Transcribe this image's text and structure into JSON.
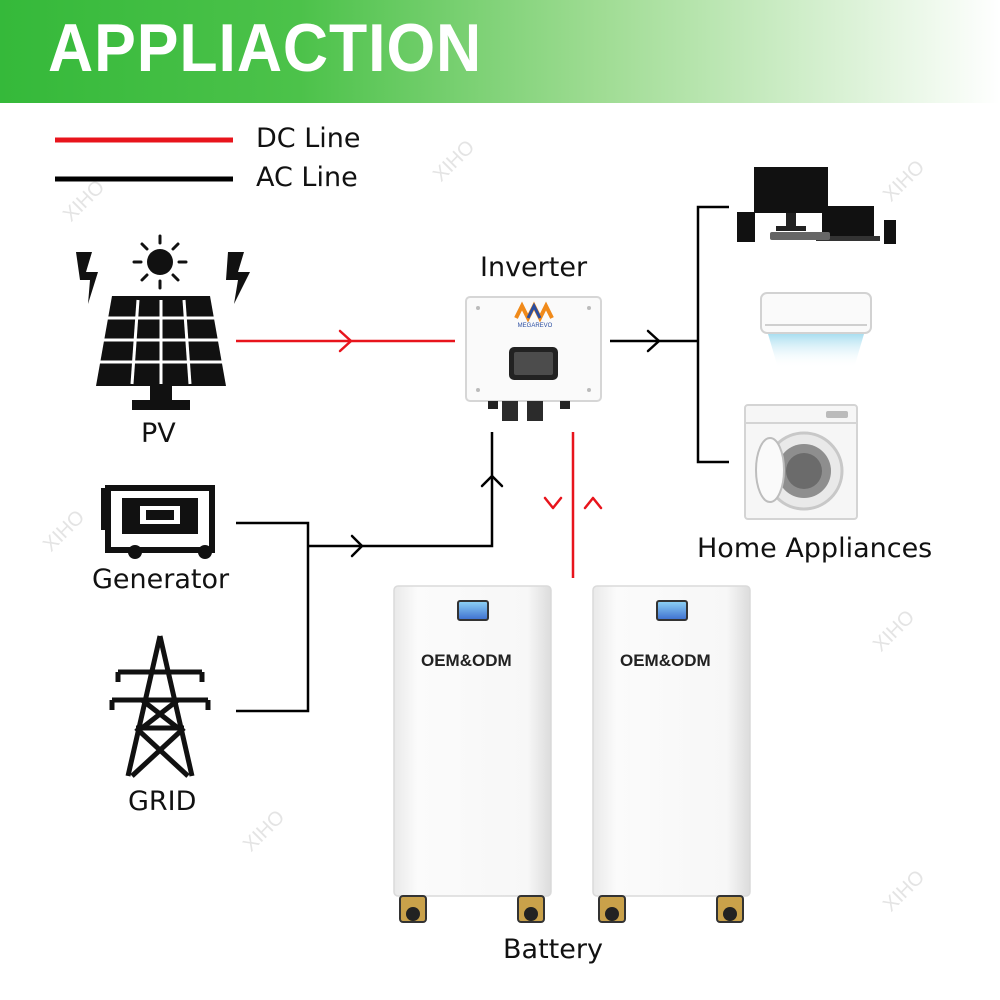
{
  "banner": {
    "title": "APPLIACTION"
  },
  "legend": [
    {
      "label": "DC Line",
      "color": "#e8141c"
    },
    {
      "label": "AC Line",
      "color": "#000000"
    }
  ],
  "nodes": {
    "pv": "PV",
    "generator": "Generator",
    "grid": "GRID",
    "inverter": "Inverter",
    "home_appliances": "Home Appliances",
    "battery": "Battery"
  },
  "inverter_brand": "MEGAREVO",
  "battery_units": [
    {
      "label": "OEM&ODM"
    },
    {
      "label": "OEM&ODM"
    }
  ],
  "watermark": "XIHO",
  "icons": [
    "sun-icon",
    "lightning-icon",
    "solar-panel-icon",
    "generator-icon",
    "transmission-tower-icon",
    "inverter-icon",
    "computer-set-icon",
    "air-conditioner-icon",
    "washing-machine-icon",
    "battery-cabinet-icon"
  ]
}
